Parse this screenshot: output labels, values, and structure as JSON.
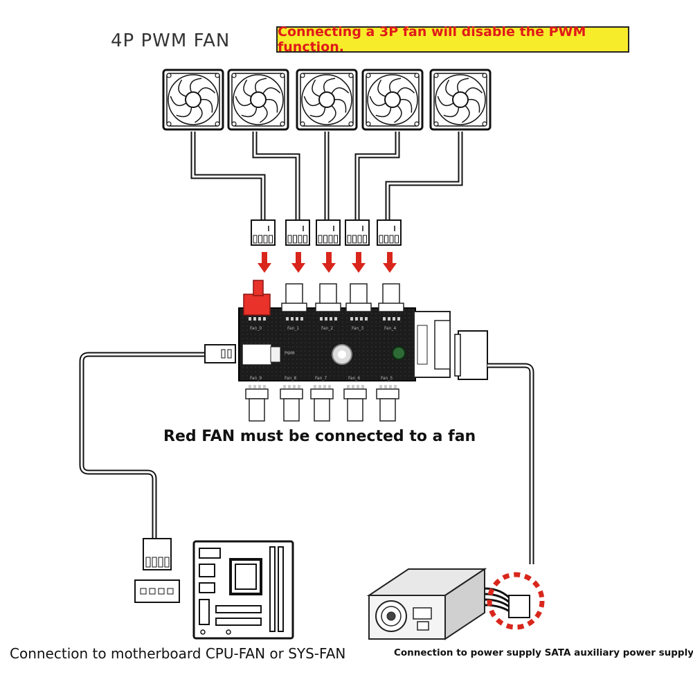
{
  "header": {
    "fan_type_label": "4P PWM FAN",
    "warning_text": "Connecting a 3P fan will disable the PWM function."
  },
  "hub": {
    "note": "Red FAN must be connected to a fan",
    "top_port_labels": [
      "Fan_0",
      "Fan_1",
      "Fan_2",
      "Fan_3",
      "Fan_4"
    ],
    "bottom_port_labels": [
      "Fan_9",
      "Fan_8",
      "Fan_7",
      "Fan_6",
      "Fan_5"
    ],
    "pwm_label": "PWM"
  },
  "captions": {
    "motherboard": "Connection to motherboard CPU-FAN or SYS-FAN",
    "psu": "Connection to power supply SATA auxiliary power supply"
  },
  "colors": {
    "warning_bg": "#f7ec2a",
    "warning_text": "#e01a1a",
    "arrow": "#d9261c",
    "red_port": "#e8322a",
    "hub_board": "#1c1c1c"
  },
  "icons": [
    "fan-icon",
    "down-arrow-icon",
    "motherboard-icon",
    "power-supply-icon",
    "sata-connector-icon"
  ]
}
